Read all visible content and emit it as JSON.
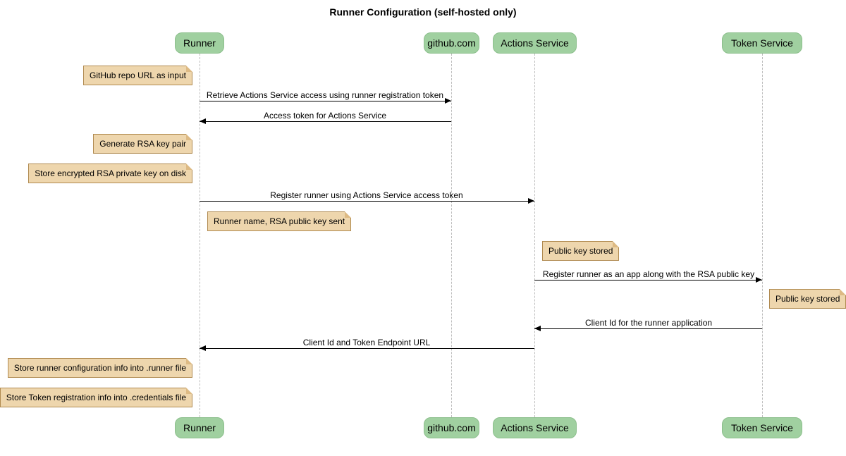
{
  "diagram": {
    "type": "sequence",
    "title": "Runner Configuration (self-hosted only)"
  },
  "participants": [
    {
      "name": "Runner"
    },
    {
      "name": "github.com"
    },
    {
      "name": "Actions Service"
    },
    {
      "name": "Token Service"
    }
  ],
  "messages": [
    {
      "from": "Runner",
      "to": "github.com",
      "label": "Retrieve Actions Service access using runner registration token"
    },
    {
      "from": "github.com",
      "to": "Runner",
      "label": "Access token for Actions Service"
    },
    {
      "from": "Runner",
      "to": "Actions Service",
      "label": "Register runner using Actions Service access token"
    },
    {
      "from": "Actions Service",
      "to": "Token Service",
      "label": "Register runner as an app along with the RSA public key"
    },
    {
      "from": "Token Service",
      "to": "Actions Service",
      "label": "Client Id for the runner application"
    },
    {
      "from": "Actions Service",
      "to": "Runner",
      "label": "Client Id and Token Endpoint URL"
    }
  ],
  "notes": [
    {
      "target": "Runner",
      "position": "left",
      "text": "GitHub repo URL as input"
    },
    {
      "target": "Runner",
      "position": "left",
      "text": "Generate RSA key pair"
    },
    {
      "target": "Runner",
      "position": "left",
      "text": "Store encrypted RSA private key on disk"
    },
    {
      "target": "Runner",
      "position": "right",
      "text": "Runner name, RSA public key sent"
    },
    {
      "target": "Actions Service",
      "position": "right",
      "text": "Public key stored"
    },
    {
      "target": "Token Service",
      "position": "right",
      "text": "Public key stored"
    },
    {
      "target": "Runner",
      "position": "left",
      "text": "Store runner configuration info into .runner file"
    },
    {
      "target": "Runner",
      "position": "left",
      "text": "Store Token registration info into .credentials file"
    }
  ],
  "colors": {
    "participant_fill": "#A0D0A0",
    "participant_border": "#8CBF8C",
    "note_fill": "#EED6AD",
    "note_border": "#B08A50",
    "lifeline": "#BDBDBD",
    "arrow": "#000000",
    "background": "#FFFFFF",
    "text": "#000000"
  }
}
